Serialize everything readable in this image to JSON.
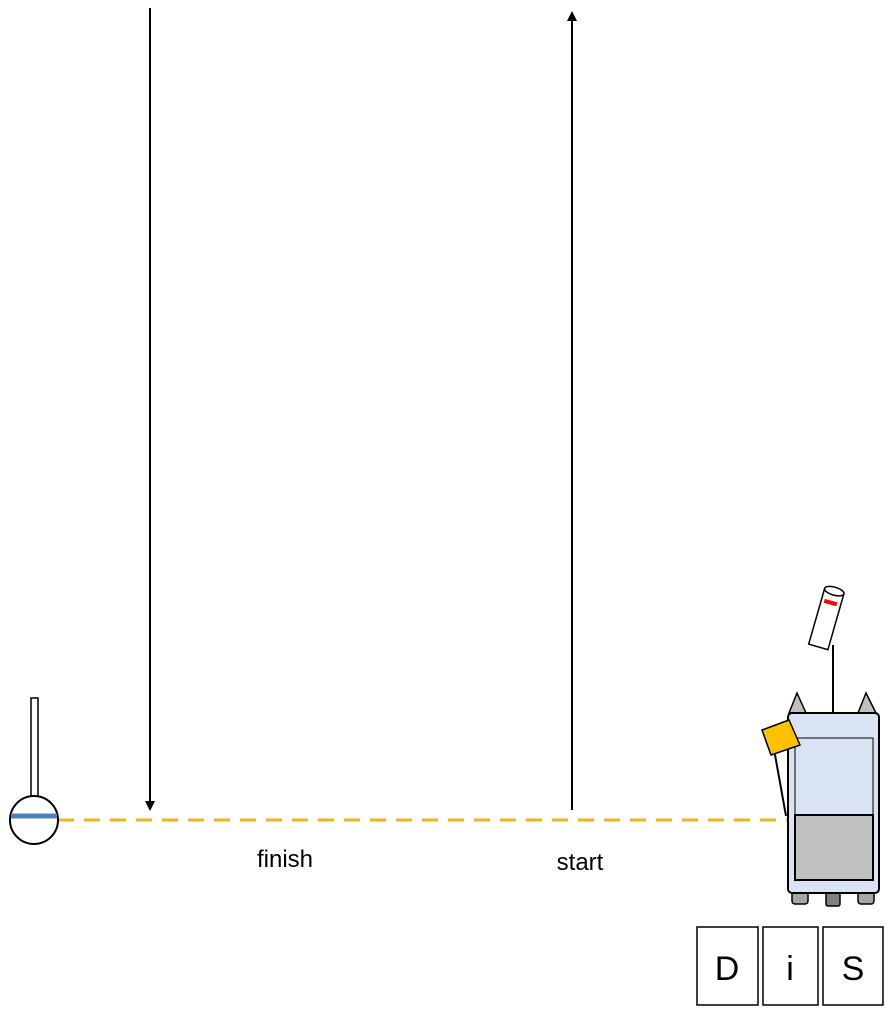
{
  "labels": {
    "finish": "finish",
    "start": "start"
  },
  "boxes": [
    "D",
    "i",
    "S"
  ],
  "colors": {
    "line": "#f0b323",
    "flag": "#ffc000",
    "body_top": "#dae3f3",
    "body_bottom": "#c0c0c0",
    "buoy_band": "#4f81bd",
    "tag": "#ff0000"
  }
}
